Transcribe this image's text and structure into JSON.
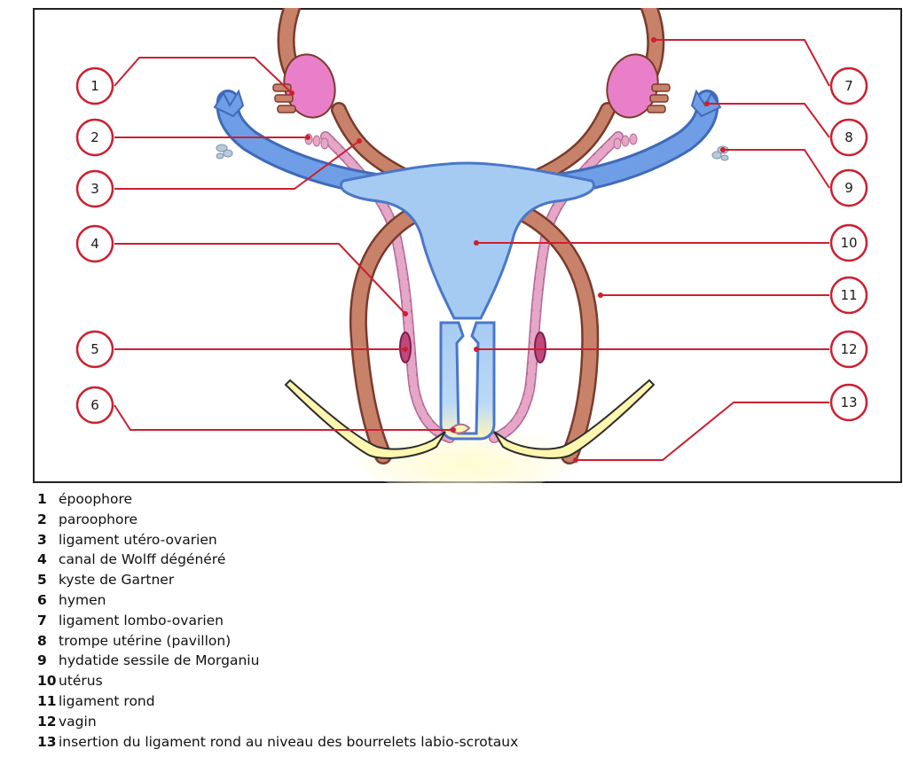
{
  "diagram": {
    "callouts": [
      {
        "num": "1",
        "label": "époophore"
      },
      {
        "num": "2",
        "label": "paroophore"
      },
      {
        "num": "3",
        "label": "ligament utéro-ovarien"
      },
      {
        "num": "4",
        "label": "canal de Wolff dégénéré"
      },
      {
        "num": "5",
        "label": "kyste de Gartner"
      },
      {
        "num": "6",
        "label": "hymen"
      },
      {
        "num": "7",
        "label": "ligament lombo-ovarien"
      },
      {
        "num": "8",
        "label": "trompe utérine (pavillon)"
      },
      {
        "num": "9",
        "label": "hydatide sessile de Morganiu"
      },
      {
        "num": "10",
        "label": "utérus"
      },
      {
        "num": "11",
        "label": "ligament rond"
      },
      {
        "num": "12",
        "label": "vagin"
      },
      {
        "num": "13",
        "label": "insertion du ligament rond au niveau des bourrelets labio-scrotaux"
      }
    ]
  },
  "colors": {
    "frame": "#222222",
    "callout_line": "#cc1f2f",
    "uterus_fill": "#a6cbf2",
    "uterus_stroke": "#4a77c8",
    "tube_fill": "#6f9ee6",
    "ligament_fill": "#c9826a",
    "ligament_stroke": "#7a3a2c",
    "ovary_fill": "#e97fc9",
    "wolff_fill": "#e6a6c8",
    "hymen_fill": "#fff6b0",
    "cyst_fill": "#c0487a"
  }
}
